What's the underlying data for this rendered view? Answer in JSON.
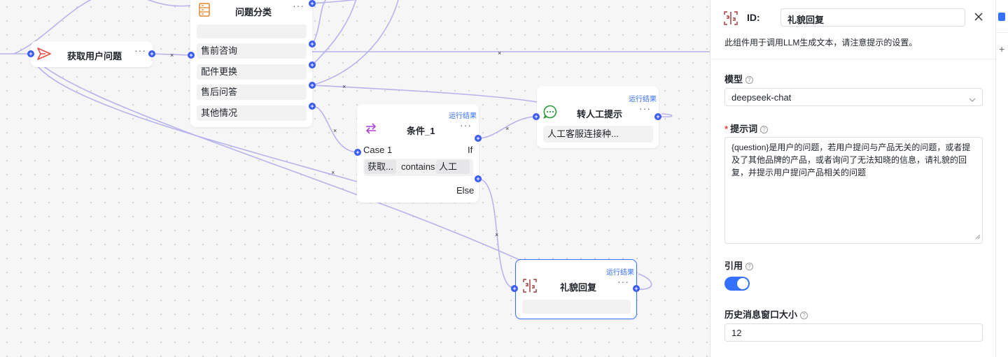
{
  "nodes": {
    "get_question": {
      "title": "获取用户问题",
      "dots": "···"
    },
    "classify": {
      "title": "问题分类",
      "dots": "···",
      "categories": [
        "售前咨询",
        "配件更换",
        "售后问答",
        "其他情况"
      ]
    },
    "condition": {
      "title": "条件_1",
      "dots": "···",
      "run_result": "运行结果",
      "case_label": "Case 1",
      "if_label": "If",
      "else_label": "Else",
      "cond_var": "获取...",
      "cond_op": "contains",
      "cond_value": "人工"
    },
    "transfer": {
      "title": "转人工提示",
      "dots": "···",
      "run_result": "运行结果",
      "content": "人工客服连接种..."
    },
    "polite": {
      "title": "礼貌回复",
      "dots": "···",
      "run_result": "运行结果"
    }
  },
  "edge_marks": {
    "x": "×"
  },
  "panel": {
    "id_label": "ID:",
    "id_value": "礼貌回复",
    "description": "此组件用于调用LLM生成文本，请注意提示的设置。",
    "model_label": "模型",
    "model_value": "deepseek-chat",
    "prompt_required": "*",
    "prompt_label": "提示词",
    "prompt_value": "{question}是用户的问题，若用户提问与产品无关的问题，或者提及了其他品牌的产品，或者询问了无法知晓的信息，请礼貌的回复，并提示用户提问产品相关的问题",
    "quote_label": "引用",
    "quote_enabled": true,
    "history_label": "历史消息窗口大小",
    "history_value": "12"
  },
  "colors": {
    "edge": "#b7b3ec",
    "port": "#3a5bf0",
    "accent": "#3370ff",
    "polite_icon": "#a63f3f",
    "classify_icon": "#e0862a",
    "condition_icon": "#b044d8",
    "transfer_icon": "#2a9a3c",
    "send_icon": "#e34a3f"
  }
}
